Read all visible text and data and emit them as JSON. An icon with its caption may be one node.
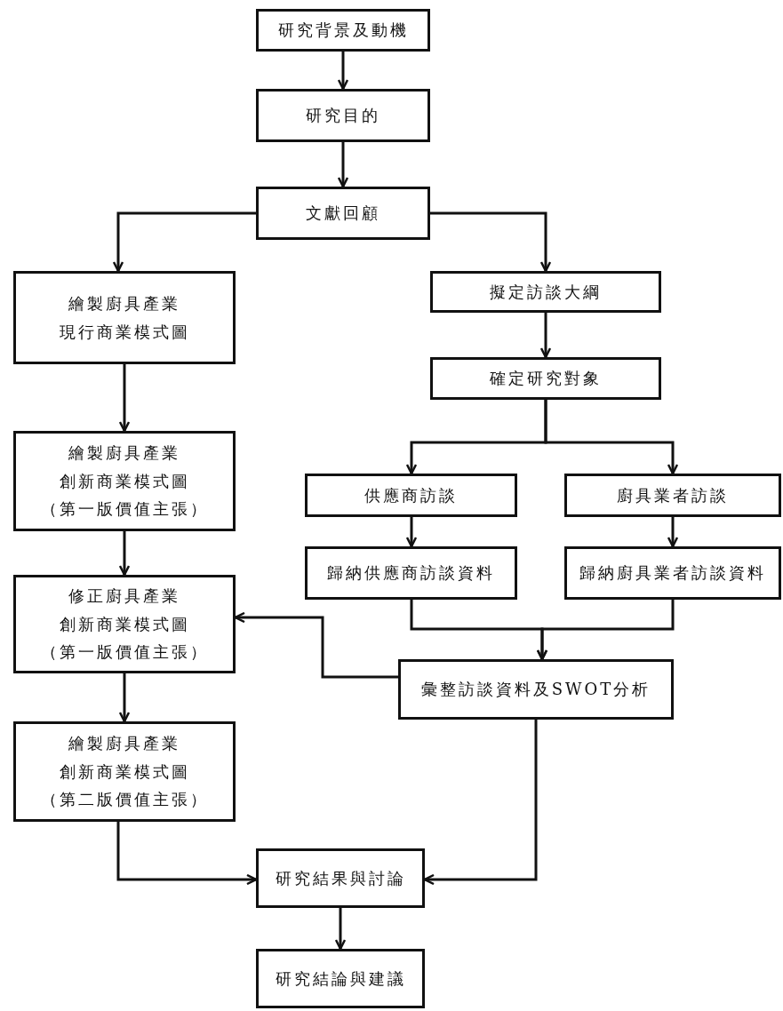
{
  "diagram": {
    "nodes": [
      {
        "text": [
          "研究背景及動機"
        ]
      },
      {
        "text": [
          "研究目的"
        ]
      },
      {
        "text": [
          "文獻回顧"
        ]
      },
      {
        "text": [
          "繪製廚具產業現行商業模式圖"
        ]
      },
      {
        "text": [
          "擬定訪談大綱"
        ]
      },
      {
        "text": [
          "確定研究對象"
        ]
      },
      {
        "text": [
          "繪製廚具產業創新商業模式圖（第一版價值主張）"
        ]
      },
      {
        "text": [
          "供應商訪談"
        ]
      },
      {
        "text": [
          "廚具業者訪談"
        ]
      },
      {
        "text": [
          "歸納供應商訪談資料"
        ]
      },
      {
        "text": [
          "歸納廚具業者訪談資料"
        ]
      },
      {
        "text": [
          "修正廚具產業創新商業模式圖（第一版價值主張）"
        ]
      },
      {
        "text": [
          "彙整訪談資料及SWOT分析"
        ]
      },
      {
        "text": [
          "繪製廚具產業創新商業模式圖（第二版價值主張）"
        ]
      },
      {
        "text": [
          "研究結果與討論"
        ]
      },
      {
        "text": [
          "研究結論與建議"
        ]
      }
    ],
    "edges": [
      {
        "from": 0,
        "to": 1,
        "arrow": "to"
      },
      {
        "from": 1,
        "to": 2,
        "arrow": "to"
      },
      {
        "from": 2,
        "to": 3,
        "arrow": "to"
      },
      {
        "from": 2,
        "to": 4,
        "arrow": "to"
      },
      {
        "from": 3,
        "to": 6,
        "arrow": "to"
      },
      {
        "from": 4,
        "to": 5,
        "arrow": "to"
      },
      {
        "from": 5,
        "to": 7,
        "arrow": "to"
      },
      {
        "from": 5,
        "to": 8,
        "arrow": "to"
      },
      {
        "from": 7,
        "to": 9,
        "arrow": "to"
      },
      {
        "from": 8,
        "to": 10,
        "arrow": "to"
      },
      {
        "from": 9,
        "to": 12,
        "arrow": "to"
      },
      {
        "from": 10,
        "to": 12,
        "arrow": "to"
      },
      {
        "from": 12,
        "to": 11,
        "arrow": "to"
      },
      {
        "from": 6,
        "to": 11,
        "arrow": "to"
      },
      {
        "from": 11,
        "to": 13,
        "arrow": "to"
      },
      {
        "from": 13,
        "to": 14,
        "arrow": "to"
      },
      {
        "from": 12,
        "to": 14,
        "arrow": "to"
      },
      {
        "from": 14,
        "to": 15,
        "arrow": "to"
      }
    ]
  }
}
